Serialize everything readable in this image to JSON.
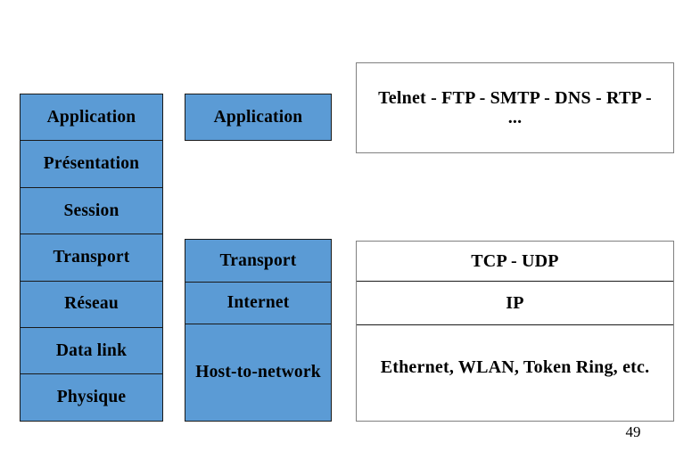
{
  "slide": {
    "page_number": "49",
    "accent_color": "#5B9BD5",
    "border_color": "#1a1a1a",
    "outer_border_color": "#808080",
    "background_color": "#ffffff"
  },
  "osi_stack": {
    "name": "OSI model layers",
    "layers": [
      {
        "label": "Application"
      },
      {
        "label": "Présentation"
      },
      {
        "label": "Session"
      },
      {
        "label": "Transport"
      },
      {
        "label": "Réseau"
      },
      {
        "label": "Data link"
      },
      {
        "label": "Physique"
      }
    ]
  },
  "tcpip_stack": {
    "name": "TCP/IP model layers",
    "top_layer": {
      "label": "Application"
    },
    "lower_layers": [
      {
        "label": "Transport"
      },
      {
        "label": "Internet"
      },
      {
        "label": "Host-to-network"
      }
    ]
  },
  "protocols": {
    "name": "Protocol examples per layer",
    "application": {
      "label": "Telnet - FTP - SMTP - DNS - RTP - ..."
    },
    "transport": {
      "label": "TCP  -  UDP"
    },
    "internet": {
      "label": "IP"
    },
    "host_to_network": {
      "label": "Ethernet, WLAN, Token Ring, etc."
    }
  }
}
